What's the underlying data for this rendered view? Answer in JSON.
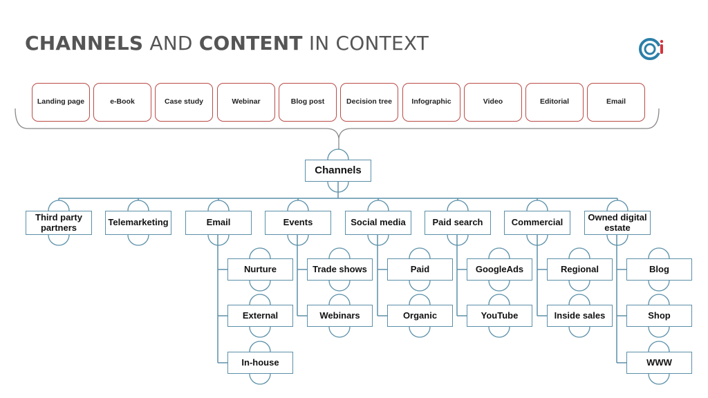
{
  "title": {
    "part1": "CHANNELS",
    "part2": "AND",
    "part3": "CONTENT",
    "part4": "IN CONTEXT"
  },
  "content_types": [
    "Landing page",
    "e-Book",
    "Case study",
    "Webinar",
    "Blog post",
    "Decision tree",
    "Infographic",
    "Video",
    "Editorial",
    "Email"
  ],
  "root": "Channels",
  "channels": [
    {
      "label": "Third party partners",
      "children": []
    },
    {
      "label": "Telemarketing",
      "children": []
    },
    {
      "label": "Email",
      "children": [
        "Nurture",
        "External",
        "In-house"
      ]
    },
    {
      "label": "Events",
      "children": [
        "Trade shows",
        "Webinars"
      ]
    },
    {
      "label": "Social media",
      "children": [
        "Paid",
        "Organic"
      ]
    },
    {
      "label": "Paid search",
      "children": [
        "GoogleAds",
        "YouTube"
      ]
    },
    {
      "label": "Commercial",
      "children": [
        "Regional",
        "Inside sales"
      ]
    },
    {
      "label": "Owned digital estate",
      "children": [
        "Blog",
        "Shop",
        "WWW"
      ]
    }
  ],
  "colors": {
    "accent_red": "#b94a45",
    "line_blue": "#5a8fa8",
    "title_gray": "#555555",
    "logo_blue": "#2b7fa8",
    "logo_red": "#d6333a"
  },
  "icons": {
    "logo": "brand-logo-icon"
  }
}
